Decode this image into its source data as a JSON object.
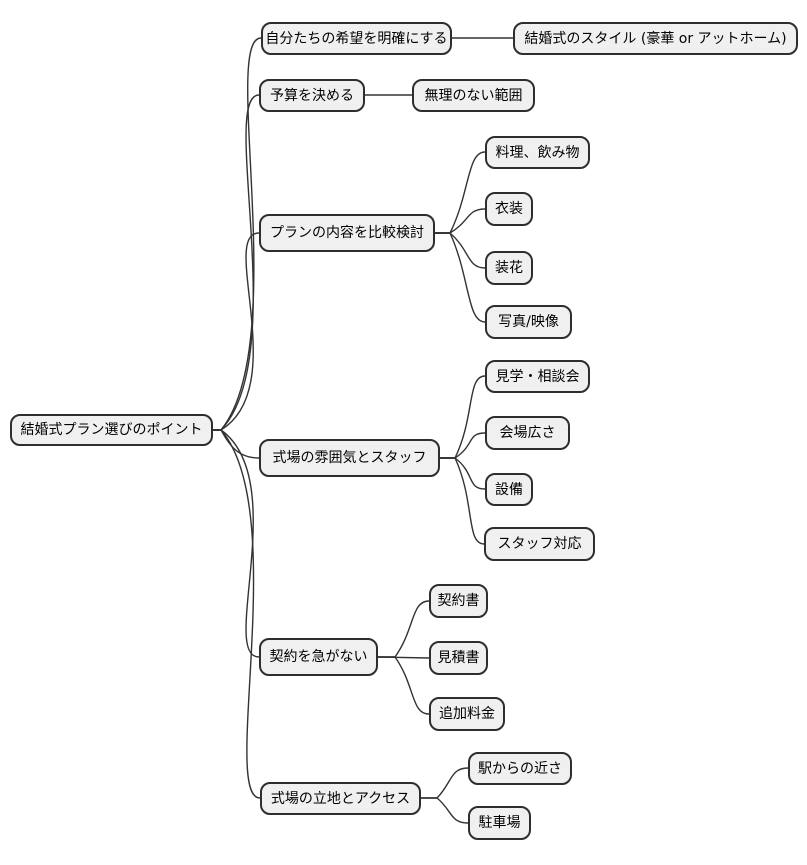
{
  "mindmap": {
    "root": {
      "label": "結婚式プラン選びのポイント"
    },
    "branches": [
      {
        "label": "自分たちの希望を明確にする",
        "children": [
          {
            "label": "結婚式のスタイル (豪華 or アットホーム)"
          }
        ]
      },
      {
        "label": "予算を決める",
        "children": [
          {
            "label": "無理のない範囲"
          }
        ]
      },
      {
        "label": "プランの内容を比較検討",
        "children": [
          {
            "label": "料理、飲み物"
          },
          {
            "label": "衣装"
          },
          {
            "label": "装花"
          },
          {
            "label": "写真/映像"
          }
        ]
      },
      {
        "label": "式場の雰囲気とスタッフ",
        "children": [
          {
            "label": "見学・相談会"
          },
          {
            "label": "会場広さ"
          },
          {
            "label": "設備"
          },
          {
            "label": "スタッフ対応"
          }
        ]
      },
      {
        "label": "契約を急がない",
        "children": [
          {
            "label": "契約書"
          },
          {
            "label": "見積書"
          },
          {
            "label": "追加料金"
          }
        ]
      },
      {
        "label": "式場の立地とアクセス",
        "children": [
          {
            "label": "駅からの近さ"
          },
          {
            "label": "駐車場"
          }
        ]
      }
    ],
    "colors": {
      "node_fill": "#f0f0f0",
      "node_border": "#2e2e2e",
      "edge": "#333333",
      "text": "#000000",
      "background": "#ffffff"
    }
  }
}
